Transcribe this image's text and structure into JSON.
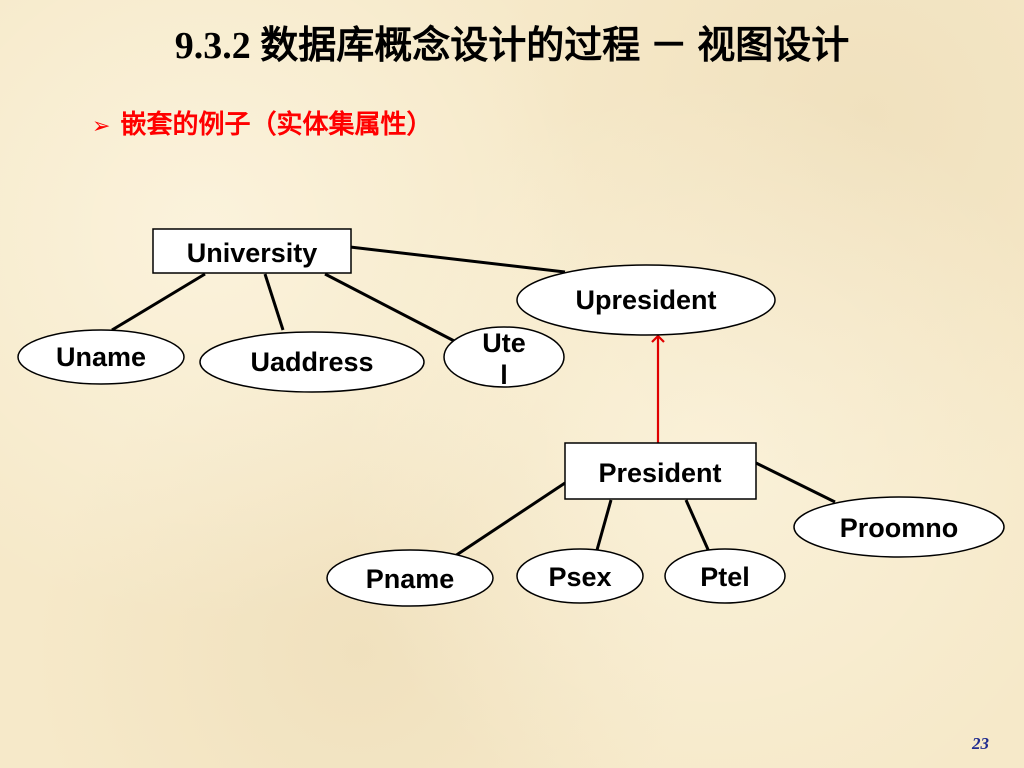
{
  "title": "9.3.2  数据库概念设计的过程 － 视图设计",
  "subtitle": {
    "bullet": "➢",
    "text": "嵌套的例子（实体集属性）"
  },
  "diagram": {
    "entities": {
      "university": "University",
      "president": "President"
    },
    "attributes": {
      "uname": "Uname",
      "uaddress": "Uaddress",
      "utel_line1": "Ute",
      "utel_line2": "l",
      "upresident": "Upresident",
      "pname": "Pname",
      "psex": "Psex",
      "ptel": "Ptel",
      "proomno": "Proomno"
    },
    "colors": {
      "line": "#000000",
      "nested_arrow": "#e00000",
      "fill": "#ffffff"
    }
  },
  "page_number": "23"
}
